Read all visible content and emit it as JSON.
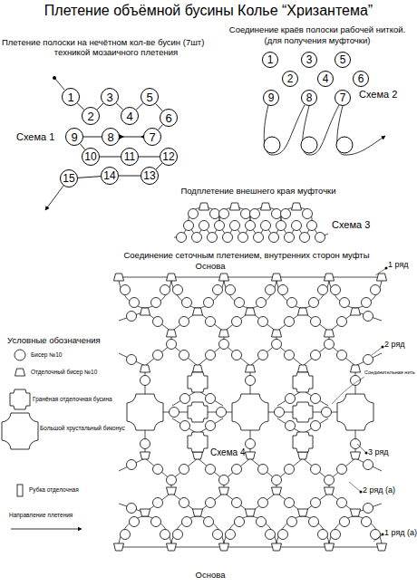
{
  "diagram": {
    "title": "Плетение объёмной бусины Колье “Хризантема”",
    "nodes": [
      {
        "text": [
          "1"
        ]
      },
      {
        "text": [
          "2"
        ]
      },
      {
        "text": [
          "3"
        ]
      },
      {
        "text": [
          "4"
        ]
      },
      {
        "text": [
          "5"
        ]
      },
      {
        "text": [
          "6"
        ]
      },
      {
        "text": [
          "7"
        ]
      },
      {
        "text": [
          "8"
        ]
      },
      {
        "text": [
          "9"
        ]
      },
      {
        "text": [
          "10"
        ]
      },
      {
        "text": [
          "11"
        ]
      },
      {
        "text": [
          "12"
        ]
      },
      {
        "text": [
          "13"
        ]
      },
      {
        "text": [
          "14"
        ]
      },
      {
        "text": [
          "15"
        ]
      },
      {
        "text": [
          "1"
        ]
      },
      {
        "text": [
          "2"
        ]
      },
      {
        "text": [
          "3"
        ]
      },
      {
        "text": [
          "4"
        ]
      },
      {
        "text": [
          "5"
        ]
      },
      {
        "text": [
          "6"
        ]
      },
      {
        "text": [
          "7"
        ]
      },
      {
        "text": [
          "8"
        ]
      },
      {
        "text": [
          "9"
        ]
      }
    ],
    "edges": [
      {
        "from": 0,
        "to": 1,
        "arrow": "none"
      },
      {
        "from": 1,
        "to": 2,
        "arrow": "none"
      },
      {
        "from": 2,
        "to": 3,
        "arrow": "none"
      },
      {
        "from": 3,
        "to": 4,
        "arrow": "none"
      },
      {
        "from": 4,
        "to": 5,
        "arrow": "none"
      },
      {
        "from": 5,
        "to": 6,
        "arrow": "none"
      },
      {
        "from": 6,
        "to": 7,
        "arrow": "none"
      },
      {
        "from": 7,
        "to": 8,
        "arrow": "none"
      },
      {
        "from": 8,
        "to": 9,
        "arrow": "none"
      },
      {
        "from": 9,
        "to": 10,
        "arrow": "none"
      },
      {
        "from": 10,
        "to": 11,
        "arrow": "none"
      },
      {
        "from": 11,
        "to": 12,
        "arrow": "none"
      },
      {
        "from": 12,
        "to": 13,
        "arrow": "none"
      },
      {
        "from": 13,
        "to": 14,
        "arrow": "none"
      }
    ],
    "labels": [
      "Плетение полоски на нечётном кол-ве бусин (7шт)",
      "техникой мозаичного плетения",
      "Соединение краёв полоски рабочей ниткой.",
      "(для получения муфточки)",
      "Схема 1",
      "Схема 2",
      "Подплетение внешнего края муфточки",
      "Схема 3",
      "Соединение сеточным плетением, внутренних сторон муфты",
      "Основа",
      "1 ряд",
      "Условные обозначения",
      "2 ряд",
      "Соединительная нить",
      "Схема 4",
      "3 ряд",
      "2 ряд (а)",
      "1 ряд (а)",
      "Основа"
    ],
    "legend": [
      {
        "text": "Бисер №10"
      },
      {
        "text": "Отделочный бисер №10"
      },
      {
        "text": "Гранёная отделочная бусина"
      },
      {
        "text": "Большой хрустальный биконус"
      },
      {
        "text": "Рубка отделочная"
      },
      {
        "text": "Направление плетения"
      }
    ]
  }
}
